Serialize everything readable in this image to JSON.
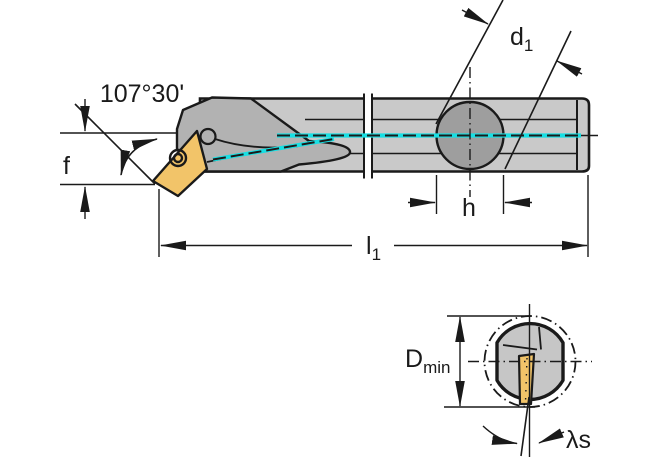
{
  "drawing": {
    "title": "Boring bar with indexable insert - dimensioned technical drawing",
    "views": {
      "side_view": "tool side view with shank, cutting head and insert",
      "section_view": "shank cross-section inside minimum bore"
    },
    "labels": {
      "approach_angle": "107°30'",
      "offset_f": "f",
      "diameter_d1": {
        "base": "d",
        "sub": "1"
      },
      "height_h": "h",
      "length_l1": {
        "base": "l",
        "sub": "1"
      },
      "min_bore": {
        "base": "D",
        "sub": "min"
      },
      "inclination": "λs"
    },
    "colors": {
      "background": "#ffffff",
      "line_black": "#1a1a1a",
      "shaft_gray": "#c9c9c9",
      "head_gray": "#b2b2b2",
      "boss_gray": "#9e9e9e",
      "section_gray": "#c6c6c6",
      "insert_gold": "#f2c469",
      "centerline_cyan": "#17dfe3"
    }
  }
}
